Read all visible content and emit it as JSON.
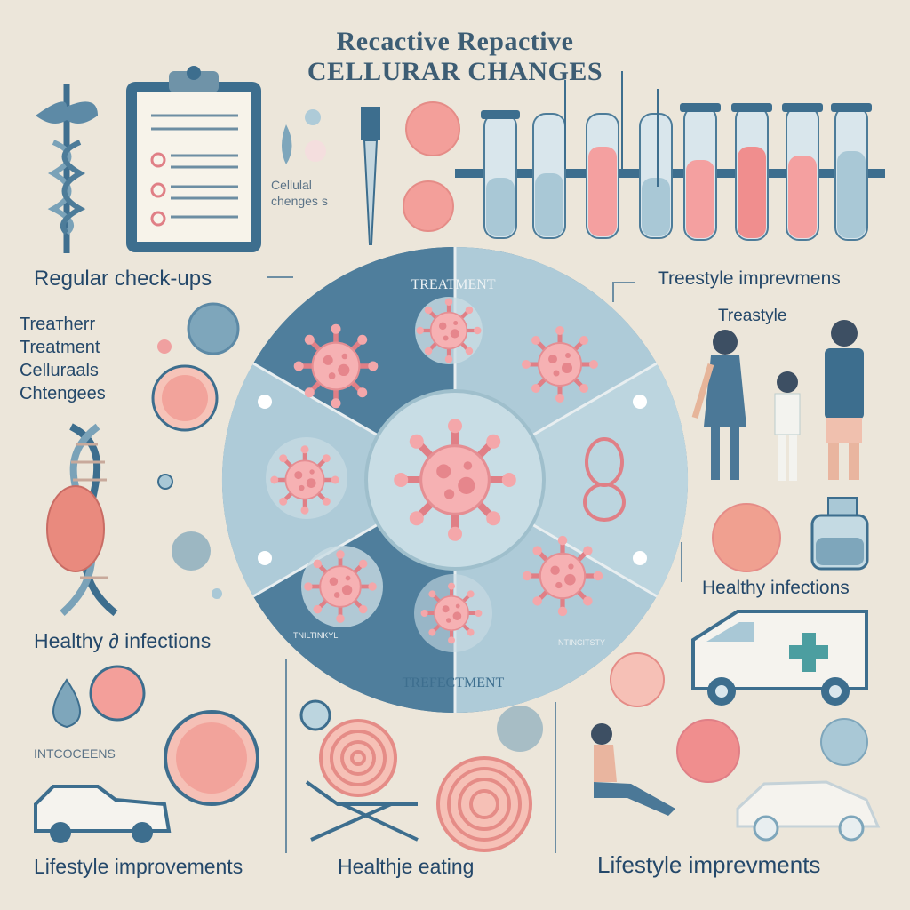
{
  "title": {
    "line1": "Recactive Repactive",
    "line2": "Cellurar Changes"
  },
  "labels": {
    "regular_checkups": "Regular check-ups",
    "cellular_small": "Cellulal",
    "changes_small": "chenges s",
    "treatment_block": [
      "Treaтherr",
      "Treatment",
      "Celluraals",
      "Chtengees"
    ],
    "healthy_infections_left": "Healthy ∂ infections",
    "intcoceens": "Intcoceens",
    "lifestyle_left": "Lifestyle improvements",
    "healthy_eating": "Healthje eating",
    "lifestyle_right": "Lifestyle imprevments",
    "treestyle_improvements": "Treestyle imprevmens",
    "treestyle": "Treastyle",
    "healthy_infections_right": "Healthy infections",
    "wheel_top": "Treatment",
    "wheel_bottom": "Trefectment",
    "wheel_small_left": "Tniltinkyl",
    "wheel_small_right": "Ntincitsty"
  },
  "colors": {
    "background": "#ece6da",
    "navy": "#3d6e8e",
    "light_blue": "#a9c8d6",
    "pink": "#f0a0a0",
    "dark_pink": "#e07f86",
    "text": "#24486a"
  },
  "icons": [
    "caduceus-icon",
    "clipboard-icon",
    "test-tubes-icon",
    "virus-icon",
    "dna-icon",
    "family-icon",
    "ambulance-icon",
    "car-icon",
    "lounge-chair-icon",
    "jar-icon"
  ]
}
